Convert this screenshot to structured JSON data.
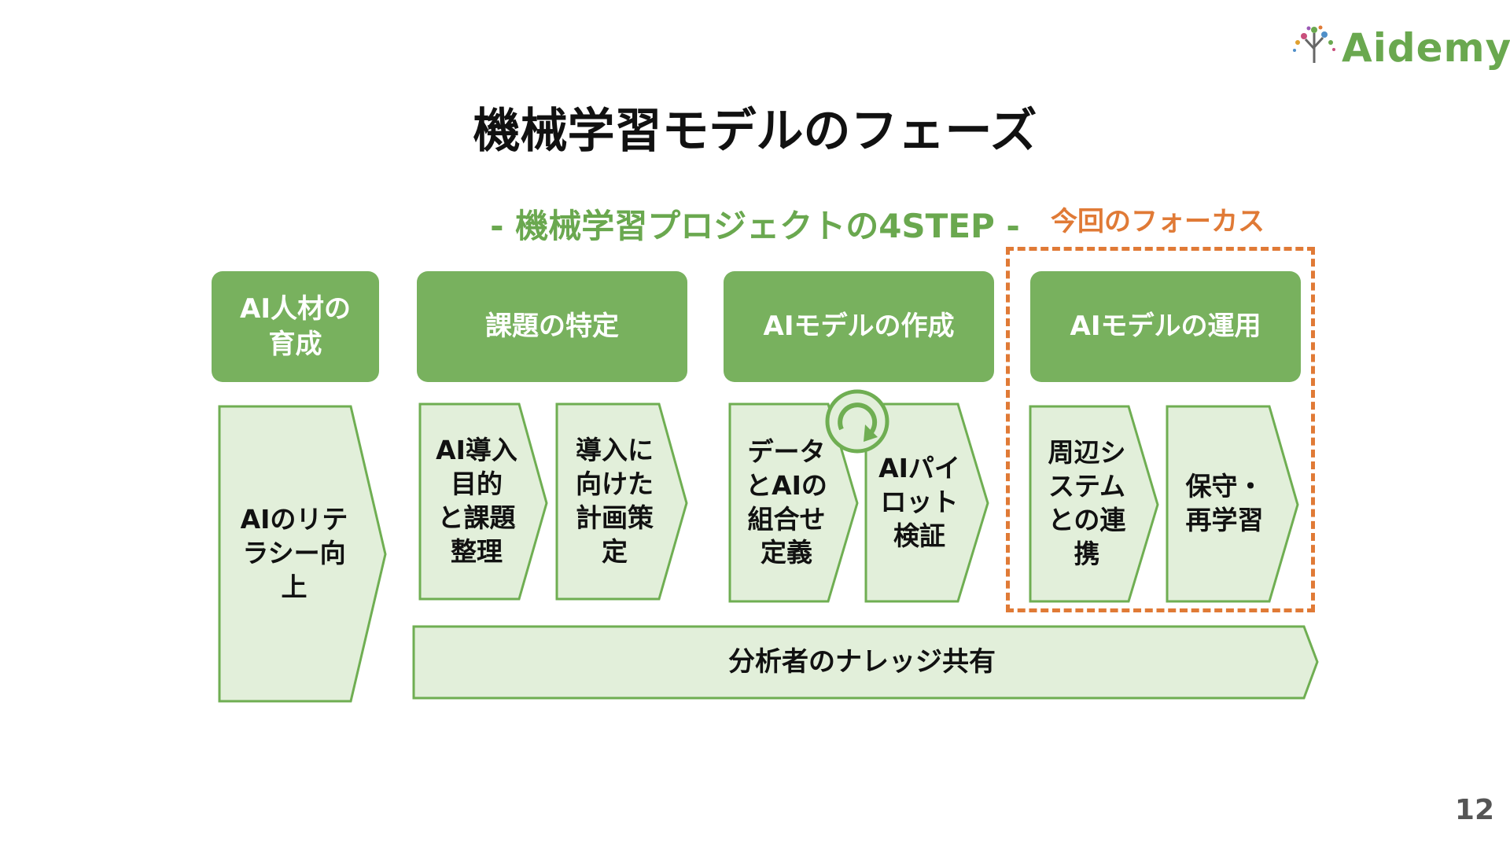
{
  "logo": {
    "text": "Aidemy"
  },
  "title": "機械学習モデルのフェーズ",
  "subtitle": "- 機械学習プロジェクトの4STEP -",
  "focus_label": "今回のフォーカス",
  "headers": [
    "AI人材の\n育成",
    "課題の特定",
    "AIモデルの作成",
    "AIモデルの運用"
  ],
  "steps": [
    "AIのリテ\nラシー向\n上",
    "AI導入\n目的\nと課題\n整理",
    "導入に\n向けた\n計画策\n定",
    "データ\nとAIの\n組合せ\n定義",
    "AIパイ\nロット\n検証",
    "周辺シ\nステム\nとの連\n携",
    "保守・\n再学習"
  ],
  "knowledge_share": "分析者のナレッジ共有",
  "page_number": "12",
  "colors": {
    "header_green": "#78b15e",
    "step_fill": "#e2efda",
    "step_border": "#6fae52",
    "subtitle_green": "#6aa84f",
    "focus_orange": "#e07a36"
  },
  "icons": [
    "tree-logo-icon",
    "cycle-arrow-icon"
  ]
}
